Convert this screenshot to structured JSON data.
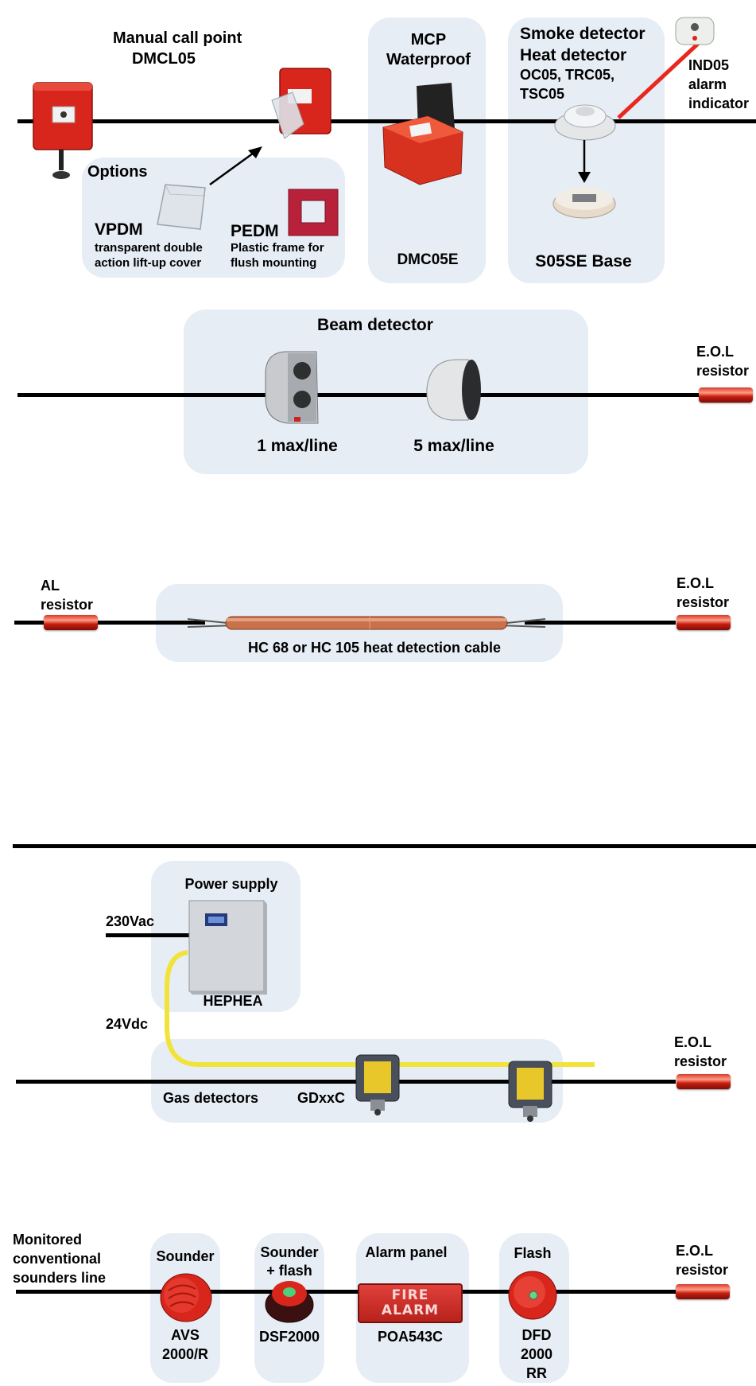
{
  "section1": {
    "mcp_title_line1": "Manual call point",
    "mcp_title_line2": "DMCL05",
    "options_title": "Options",
    "vpdm_name": "VPDM",
    "vpdm_desc_line1": "transparent double",
    "vpdm_desc_line2": "action lift-up cover",
    "pedm_name": "PEDM",
    "pedm_desc_line1": "Plastic frame for",
    "pedm_desc_line2": "flush mounting",
    "wp_title_line1": "MCP",
    "wp_title_line2": "Waterproof",
    "wp_model": "DMC05E",
    "det_title_line1": "Smoke detector",
    "det_title_line2": "Heat detector",
    "det_models_line1": "OC05, TRC05,",
    "det_models_line2": "TSC05",
    "base_label": "S05SE Base",
    "ind_line1": "IND05",
    "ind_line2": "alarm",
    "ind_line3": "indicator"
  },
  "section2": {
    "title": "Beam detector",
    "left_limit": "1 max/line",
    "right_limit": "5 max/line",
    "eol_line1": "E.O.L",
    "eol_line2": "resistor"
  },
  "section3": {
    "al_line1": "AL",
    "al_line2": "resistor",
    "cable_label": "HC 68 or HC 105 heat detection cable",
    "eol_line1": "E.O.L",
    "eol_line2": "resistor"
  },
  "section4": {
    "psu_title": "Power supply",
    "psu_model": "HEPHEA",
    "mains_label": "230Vac",
    "dc_label": "24Vdc",
    "gas_label": "Gas detectors",
    "gas_model": "GDxxC",
    "eol_line1": "E.O.L",
    "eol_line2": "resistor"
  },
  "section5": {
    "line_label1": "Monitored",
    "line_label2": "conventional",
    "line_label3": "sounders line",
    "sounder_title": "Sounder",
    "sounder_model1": "AVS",
    "sounder_model2": "2000/R",
    "sf_title1": "Sounder",
    "sf_title2": "+ flash",
    "sf_model": "DSF2000",
    "panel_title": "Alarm panel",
    "panel_text1": "FIRE",
    "panel_text2": "ALARM",
    "panel_model": "POA543C",
    "flash_title": "Flash",
    "flash_model1": "DFD",
    "flash_model2": "2000",
    "flash_model3": "RR",
    "eol_line1": "E.O.L",
    "eol_line2": "resistor"
  },
  "colors": {
    "panel_bg": "#e6edf5",
    "device_red": "#d9261c",
    "indicator_wire": "#e8281e",
    "supply_wire": "#f2e33a",
    "cable_copper": "#c9714a"
  }
}
